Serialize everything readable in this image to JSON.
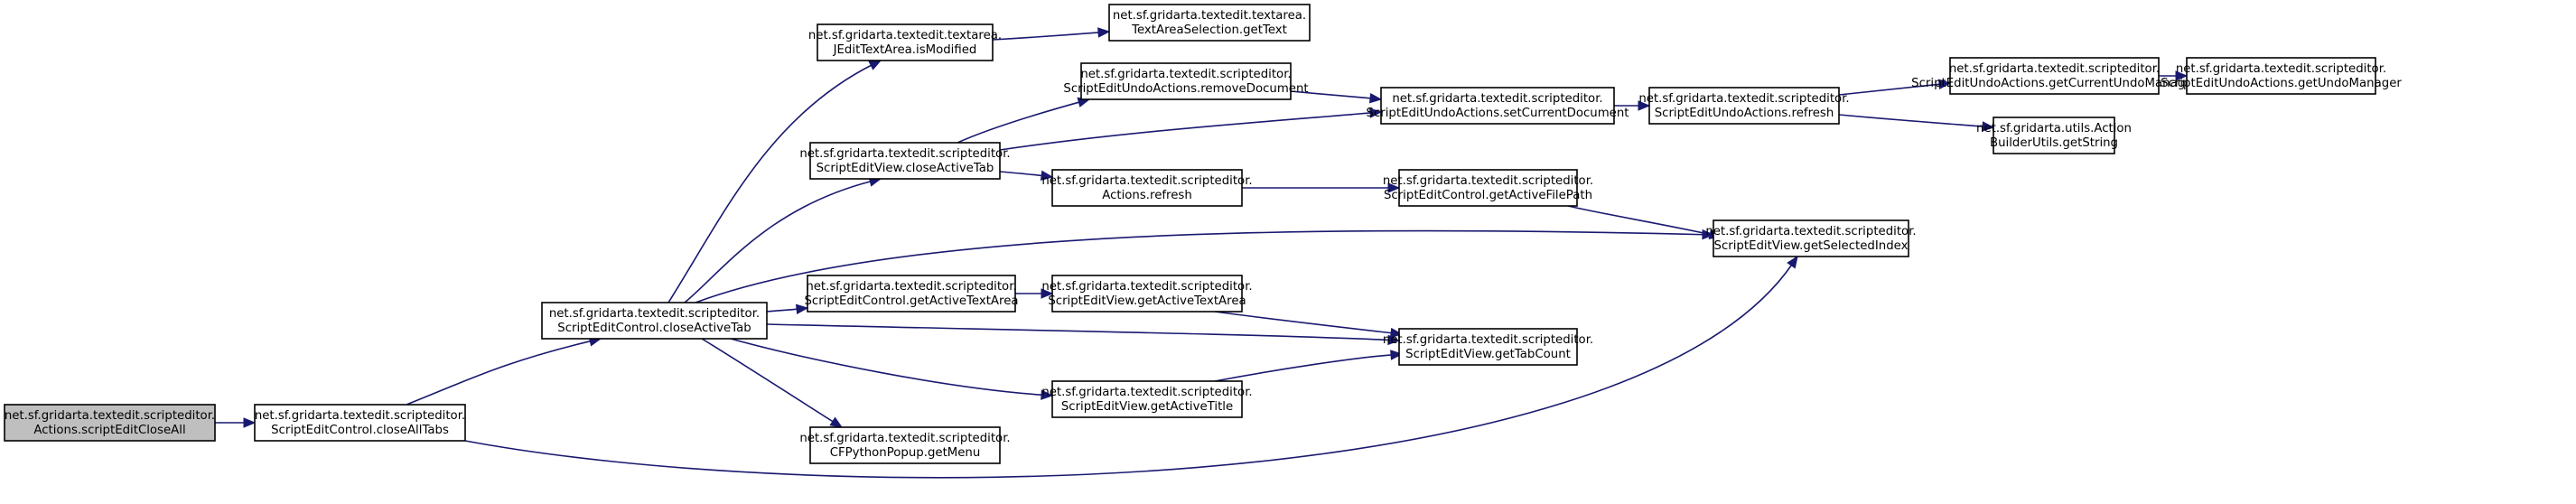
{
  "graph": {
    "title": "Call graph for net.sf.gridarta.textedit.scripteditor.Actions.scriptEditCloseAll",
    "edge_color": "#191970",
    "root_fill": "#bfbfbf",
    "node_fill": "#ffffff",
    "nodes": [
      {
        "id": "n0",
        "line1": "net.sf.gridarta.textedit.scripteditor.",
        "line2": "Actions.scriptEditCloseAll",
        "root": true
      },
      {
        "id": "n1",
        "line1": "net.sf.gridarta.textedit.scripteditor.",
        "line2": "ScriptEditControl.closeAllTabs"
      },
      {
        "id": "n2",
        "line1": "net.sf.gridarta.textedit.scripteditor.",
        "line2": "ScriptEditControl.closeActiveTab"
      },
      {
        "id": "n3",
        "line1": "net.sf.gridarta.textedit.scripteditor.",
        "line2": "ScriptEditView.getSelectedIndex"
      },
      {
        "id": "n4",
        "line1": "net.sf.gridarta.textedit.textarea.",
        "line2": "JEditTextArea.isModified"
      },
      {
        "id": "n5",
        "line1": "net.sf.gridarta.textedit.scripteditor.",
        "line2": "ScriptEditView.closeActiveTab"
      },
      {
        "id": "n6",
        "line1": "net.sf.gridarta.textedit.scripteditor.",
        "line2": "ScriptEditControl.getActiveTextArea"
      },
      {
        "id": "n7",
        "line1": "net.sf.gridarta.textedit.scripteditor.",
        "line2": "CFPythonPopup.getMenu"
      },
      {
        "id": "n8",
        "line1": "net.sf.gridarta.textedit.textarea.",
        "line2": "TextAreaSelection.getText"
      },
      {
        "id": "n9",
        "line1": "net.sf.gridarta.textedit.scripteditor.",
        "line2": "ScriptEditUndoActions.removeDocument"
      },
      {
        "id": "n10",
        "line1": "net.sf.gridarta.textedit.scripteditor.",
        "line2": "Actions.refresh"
      },
      {
        "id": "n11",
        "line1": "net.sf.gridarta.textedit.scripteditor.",
        "line2": "ScriptEditView.getActiveTextArea"
      },
      {
        "id": "n12",
        "line1": "net.sf.gridarta.textedit.scripteditor.",
        "line2": "ScriptEditView.getActiveTitle"
      },
      {
        "id": "n13",
        "line1": "net.sf.gridarta.textedit.scripteditor.",
        "line2": "ScriptEditUndoActions.setCurrentDocument"
      },
      {
        "id": "n14",
        "line1": "net.sf.gridarta.textedit.scripteditor.",
        "line2": "ScriptEditControl.getActiveFilePath"
      },
      {
        "id": "n15",
        "line1": "net.sf.gridarta.textedit.scripteditor.",
        "line2": "ScriptEditView.getTabCount"
      },
      {
        "id": "n16",
        "line1": "net.sf.gridarta.textedit.scripteditor.",
        "line2": "ScriptEditUndoActions.refresh"
      },
      {
        "id": "n17",
        "line1": "net.sf.gridarta.textedit.scripteditor.",
        "line2": "ScriptEditUndoActions.getCurrentUndoManager"
      },
      {
        "id": "n18",
        "line1": "net.sf.gridarta.utils.Action",
        "line2": "BuilderUtils.getString"
      },
      {
        "id": "n19",
        "line1": "net.sf.gridarta.textedit.scripteditor.",
        "line2": "ScriptEditUndoActions.getUndoManager"
      }
    ],
    "edges": [
      {
        "from": "n0",
        "to": "n1"
      },
      {
        "from": "n1",
        "to": "n2"
      },
      {
        "from": "n1",
        "to": "n3"
      },
      {
        "from": "n2",
        "to": "n4"
      },
      {
        "from": "n2",
        "to": "n5"
      },
      {
        "from": "n2",
        "to": "n3"
      },
      {
        "from": "n2",
        "to": "n6"
      },
      {
        "from": "n2",
        "to": "n15"
      },
      {
        "from": "n2",
        "to": "n12"
      },
      {
        "from": "n2",
        "to": "n7"
      },
      {
        "from": "n4",
        "to": "n8"
      },
      {
        "from": "n5",
        "to": "n9"
      },
      {
        "from": "n5",
        "to": "n13"
      },
      {
        "from": "n5",
        "to": "n10"
      },
      {
        "from": "n9",
        "to": "n13"
      },
      {
        "from": "n10",
        "to": "n14"
      },
      {
        "from": "n6",
        "to": "n11"
      },
      {
        "from": "n11",
        "to": "n15"
      },
      {
        "from": "n12",
        "to": "n15"
      },
      {
        "from": "n14",
        "to": "n3"
      },
      {
        "from": "n13",
        "to": "n16"
      },
      {
        "from": "n16",
        "to": "n17"
      },
      {
        "from": "n16",
        "to": "n18"
      },
      {
        "from": "n17",
        "to": "n19"
      }
    ]
  }
}
